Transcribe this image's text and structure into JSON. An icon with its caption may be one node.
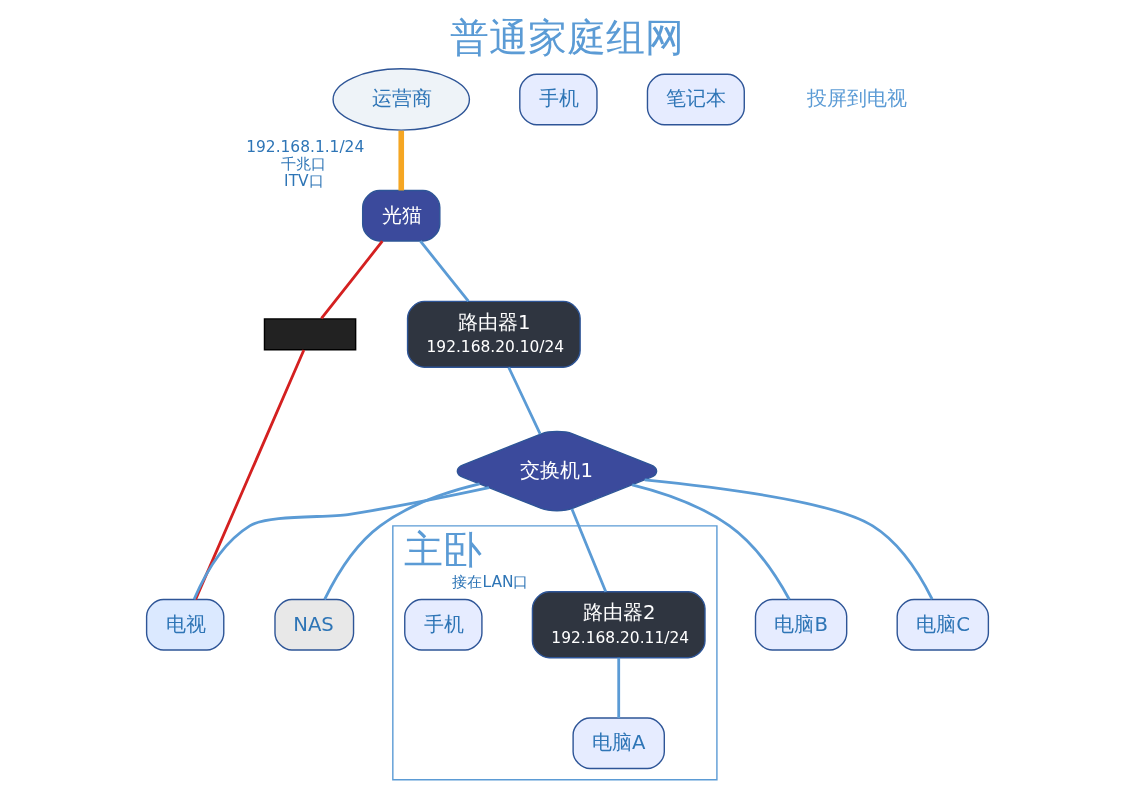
{
  "diagram": {
    "title": "普通家庭组网",
    "nodes": [
      {
        "text": [
          "运营商"
        ]
      },
      {
        "text": [
          "光猫"
        ],
        "beside": [
          "192.168.1.1/24",
          "千兆口",
          "ITV口"
        ]
      },
      {
        "text": [],
        "shape": "box"
      },
      {
        "text": [
          "路由器1",
          "192.168.20.10/24"
        ]
      },
      {
        "text": [
          "手机"
        ]
      },
      {
        "text": [
          "笔记本"
        ]
      },
      {
        "text": [
          "交换机1"
        ]
      },
      {
        "text": [
          "NAS"
        ]
      },
      {
        "text": [
          "电视"
        ]
      },
      {
        "text": [
          "主卧"
        ]
      },
      {
        "text": [
          "路由器2",
          "192.168.20.11/24"
        ],
        "in": 9,
        "beside": [
          "接在LAN口"
        ]
      },
      {
        "text": [
          "手机"
        ],
        "in": 9
      },
      {
        "text": [
          "电脑A"
        ],
        "in": 9
      },
      {
        "text": [
          "电脑B"
        ]
      },
      {
        "text": [
          "电脑C"
        ]
      }
    ],
    "edges": [
      {
        "from": 0,
        "to": 1,
        "arrow": "none",
        "color": "#f5a623",
        "style": "thick"
      },
      {
        "from": 1,
        "to": 3,
        "arrow": "none"
      },
      {
        "from": 1,
        "to": 2,
        "arrow": "none",
        "color": "#d42020"
      },
      {
        "from": 2,
        "to": 8,
        "arrow": "none",
        "color": "#d42020"
      },
      {
        "from": 3,
        "to": 6,
        "arrow": "none"
      },
      {
        "from": 6,
        "to": 7,
        "arrow": "none"
      },
      {
        "from": 6,
        "to": 13,
        "arrow": "none"
      },
      {
        "from": 6,
        "to": 10,
        "arrow": "none"
      },
      {
        "from": 6,
        "to": 14,
        "arrow": "none"
      },
      {
        "from": 6,
        "to": 8,
        "arrow": "none"
      },
      {
        "from": 10,
        "to": 12,
        "arrow": "none"
      }
    ],
    "labels": [
      "投屏到电视"
    ]
  }
}
